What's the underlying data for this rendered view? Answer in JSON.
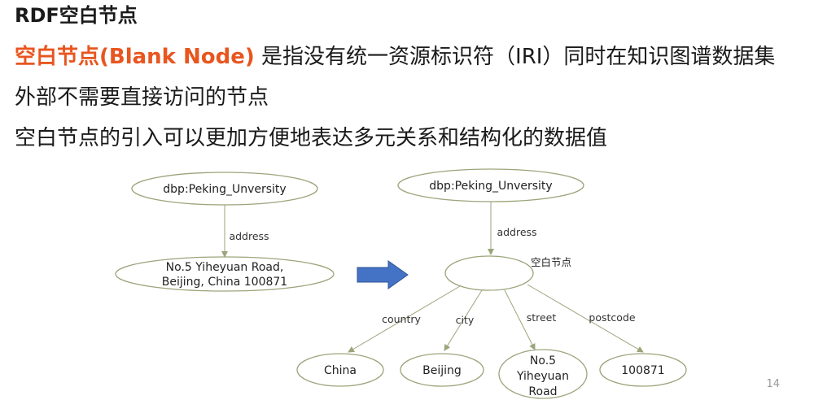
{
  "slide": {
    "title": "RDF空白节点",
    "bullet1_highlight": "空白节点(Blank Node)",
    "bullet1_rest": " 是指没有统一资源标识符（IRI）同时在知识图谱数据集",
    "bullet2": "外部不需要直接访问的节点",
    "bullet3": "空白节点的引入可以更加方便地表达多元关系和结构化的数据值",
    "page_number": "14"
  },
  "colors": {
    "highlight": "#e8561f",
    "arrow": "#4472c4",
    "node_outline": "#9aa57a"
  },
  "left_graph": {
    "subject": "dbp:Peking_Unversity",
    "predicate": "address",
    "object_line1": "No.5 Yiheyuan Road,",
    "object_line2": "Beijing, China 100871"
  },
  "transform_arrow_icon": "right-arrow-icon",
  "right_graph": {
    "subject": "dbp:Peking_Unversity",
    "predicate": "address",
    "blank_node_label": "空白节点",
    "edges": {
      "country": "country",
      "city": "city",
      "street": "street",
      "postcode": "postcode"
    },
    "values": {
      "country": "China",
      "city": "Beijing",
      "street_line1": "No.5",
      "street_line2": "Yiheyuan",
      "street_line3": "Road",
      "postcode": "100871"
    }
  }
}
